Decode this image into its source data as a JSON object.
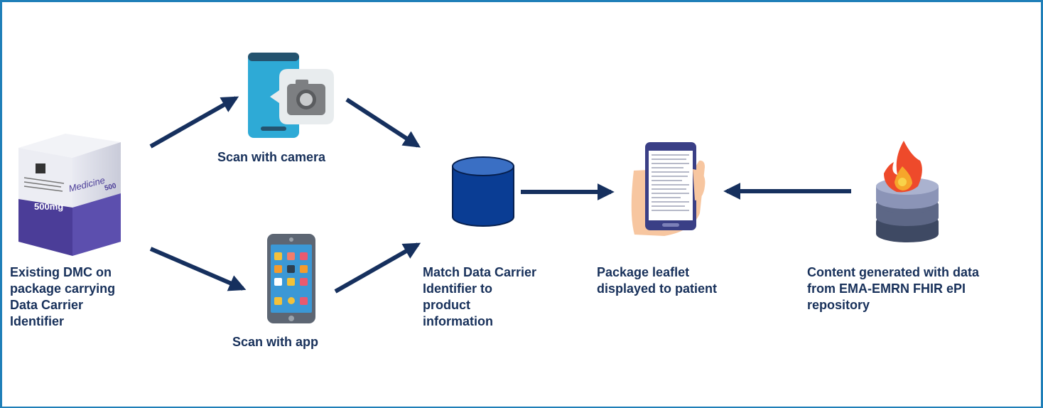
{
  "steps": {
    "package": {
      "label": "Existing DMC on\npackage carrying\nData Carrier\nIdentifier",
      "box_text": "Medicine",
      "dose_text": "500mg"
    },
    "camera": {
      "label": "Scan with camera"
    },
    "app": {
      "label": "Scan with app"
    },
    "match": {
      "label": "Match Data Carrier\nIdentifier to\nproduct\ninformation"
    },
    "leaflet": {
      "label": "Package leaflet\ndisplayed to patient"
    },
    "content": {
      "label": "Content generated with data\nfrom  EMA-EMRN FHIR ePI\nrepository"
    }
  },
  "colors": {
    "arrow": "#16305e",
    "db": "#0a3d94",
    "frame": "#1f7fb8",
    "text": "#17305a"
  }
}
